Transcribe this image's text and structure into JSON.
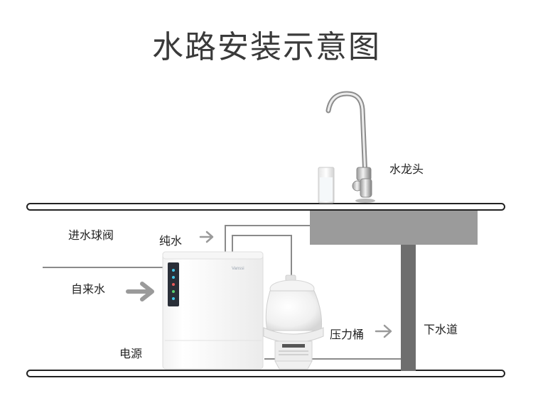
{
  "title": "水路安装示意图",
  "labels": {
    "faucet": "水龙头",
    "inlet_ball_valve": "进水球阀",
    "pure_water": "纯水",
    "tap_water": "自来水",
    "pressure_tank": "压力桶",
    "drain": "下水道",
    "power": "电源"
  },
  "brand_text": "Vanssi",
  "colors": {
    "pipe": "#8a8a8a",
    "sink": "#9b9b9b",
    "drain": "#6e6e6e",
    "arrow": "#9a9a9a",
    "text": "#222222"
  }
}
